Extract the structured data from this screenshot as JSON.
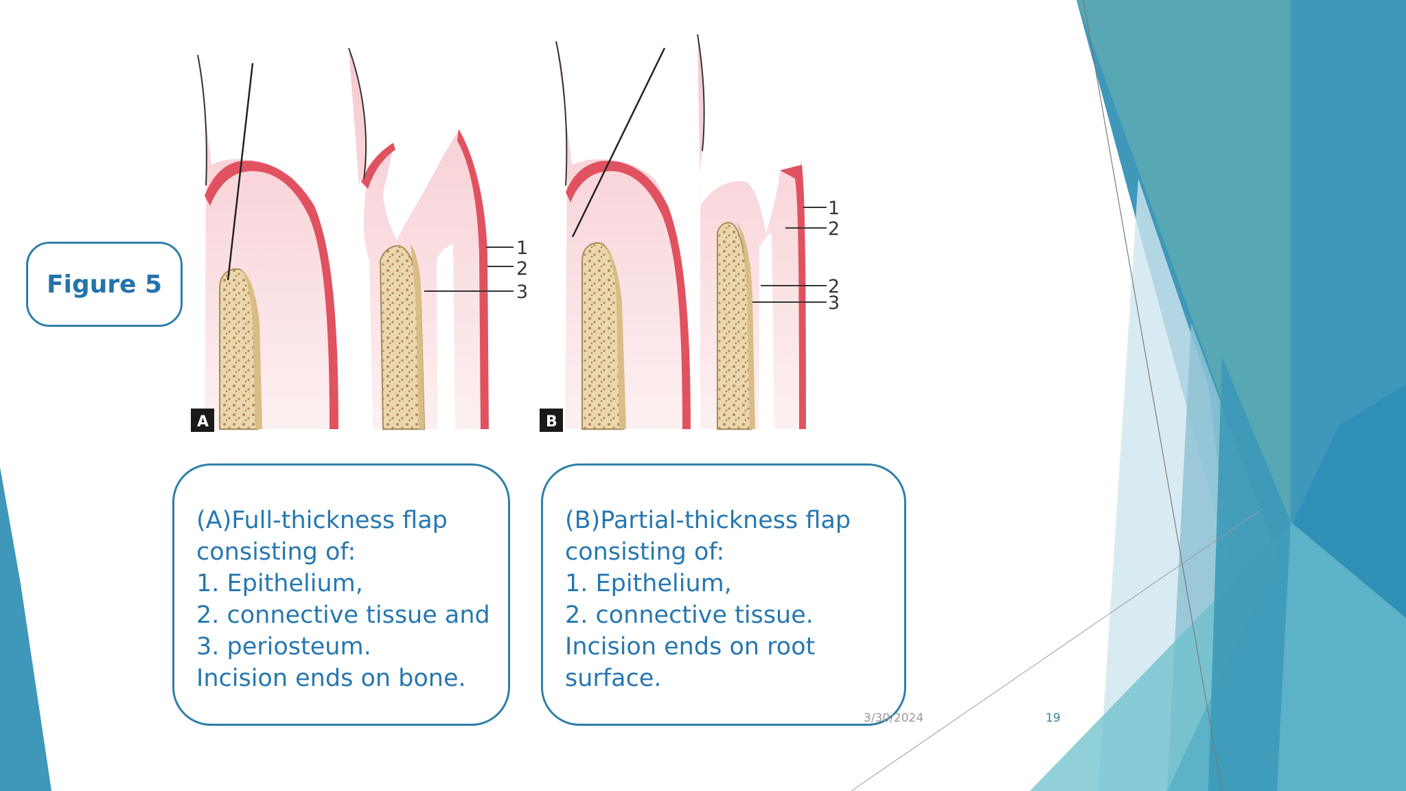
{
  "slide": {
    "figure_label": "Figure 5",
    "panels": {
      "a_letter": "A",
      "b_letter": "B",
      "a_numbers": [
        "1",
        "2",
        "3"
      ],
      "b_numbers": [
        "1",
        "2",
        "2",
        "3"
      ]
    },
    "caption_a": {
      "lines": [
        "(A)Full-thickness flap",
        "consisting of:",
        "1.  Epithelium,",
        "2. connective tissue and",
        "3. periosteum.",
        "Incision ends on bone."
      ]
    },
    "caption_b": {
      "lines": [
        "(B)Partial-thickness flap",
        "consisting of:",
        "1.  Epithelium,",
        "2. connective tissue.",
        "Incision ends on root",
        "surface."
      ]
    },
    "footer": {
      "date": "3/30/2024",
      "page_number": "19"
    }
  },
  "colors": {
    "accent": "#2e7fa8",
    "text_blue": "#2677b0",
    "epithelium": "#e05260",
    "connective_tissue": "#f8d4d8",
    "bone": "#e8d4a8",
    "bone_dots": "#b08a5a"
  }
}
